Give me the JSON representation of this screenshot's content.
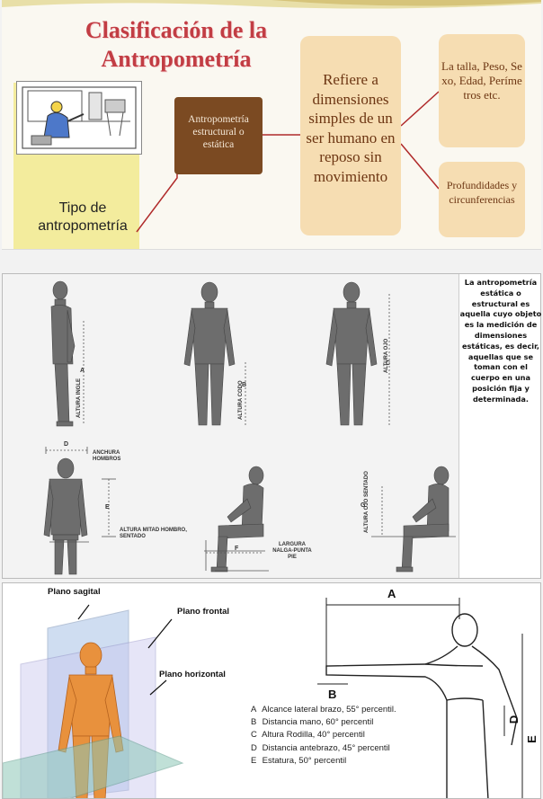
{
  "slide": {
    "title_line1": "Clasificación de la",
    "title_line2": "Antropometría",
    "tipo_label": "Tipo de antropometría",
    "estructural_label": "Antropometría estructural o estática",
    "definition": "Refiere a dimensiones simples de un ser humano en reposo sin movimiento",
    "right_box_1": "La talla, Peso, Sexo, Edad, Perímetros etc.",
    "right_box_2": "Profundidades y circunferencias",
    "colors": {
      "title": "#c23d44",
      "brown_box": "#7b4a22",
      "tan_box": "#f6ddb2",
      "yellow": "#f3ec9d"
    }
  },
  "panel2": {
    "description": "La antropometría estática o estructural es aquella cuyo objeto es la medición de dimensiones estáticas, es decir, aquellas que se toman con el cuerpo en una posición fija y determinada.",
    "labels": {
      "altura_ingle": "ALTURA INGLE",
      "altura_codo": "ALTURA CODO",
      "altura_ojo": "ALTURA OJO",
      "anchura_hombros": "ANCHURA HOMBROS",
      "altura_mitad_hombro": "ALTURA MITAD HOMBRO, SENTADO",
      "largura_nalga": "LARGURA NALGA-PUNTA PIE",
      "altura_ojo_sentado": "ALTURA OJO SENTADO",
      "letters": [
        "A",
        "B",
        "C",
        "D",
        "E",
        "F",
        "G"
      ]
    }
  },
  "panel3": {
    "plano_sagital": "Plano sagital",
    "plano_frontal": "Plano frontal",
    "plano_horizontal": "Plano horizontal",
    "dim_a": "A",
    "dim_b": "B",
    "dim_d": "D",
    "dim_e": "E",
    "legend": [
      {
        "key": "A",
        "text": "Alcance lateral brazo, 55° percentil."
      },
      {
        "key": "B",
        "text": "Distancia mano, 60° percentil"
      },
      {
        "key": "C",
        "text": "Altura Rodilla, 40° percentil"
      },
      {
        "key": "D",
        "text": "Distancia antebrazo, 45° percentil"
      },
      {
        "key": "E",
        "text": "Estatura, 50° percentil"
      }
    ]
  }
}
